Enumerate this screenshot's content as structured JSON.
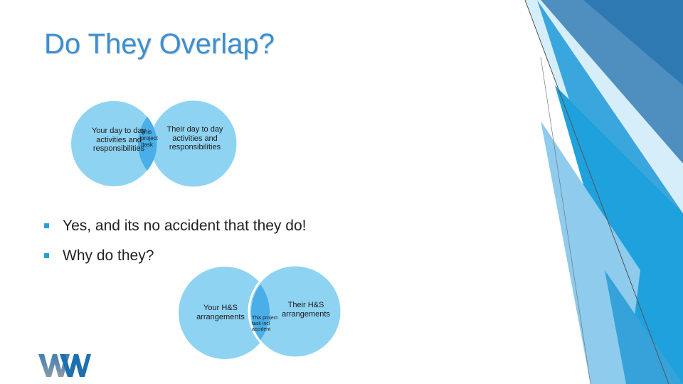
{
  "slide": {
    "title": "Do They Overlap?",
    "bullets": [
      "Yes, and its no accident that they do!",
      "Why do they?"
    ],
    "diagram1": {
      "left": "Your day to day activities and responsibilities",
      "overlap": "This project /task",
      "right": "Their day to day activities and responsibilities"
    },
    "diagram2": {
      "left": "Your H&S arrangements",
      "overlap": "This project task incl accident",
      "right": "Their H&S arrangements"
    },
    "logo_text": "WW"
  },
  "colors": {
    "title": "#3b8fd1",
    "circle_fill": "#8fd3f2",
    "overlap_fill": "#4aaee8",
    "deco_dark": "#3f7fb3",
    "deco_mid": "#2aa3dc",
    "deco_light": "#bfe3f5"
  }
}
